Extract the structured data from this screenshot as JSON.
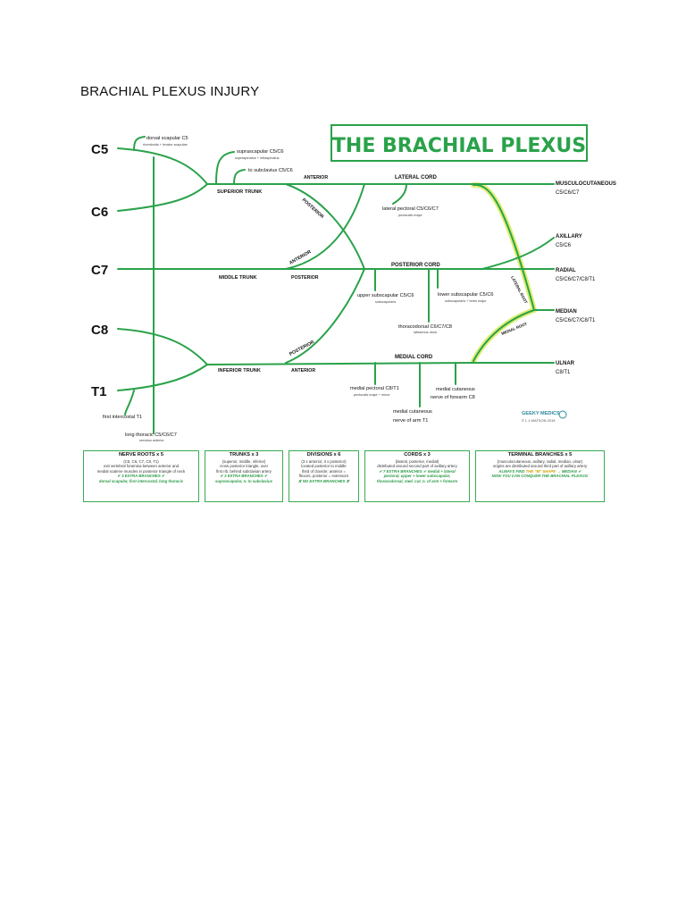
{
  "document": {
    "title": "BRACHIAL PLEXUS INJURY"
  },
  "diagram": {
    "title": "THE BRACHIAL PLEXUS",
    "colors": {
      "nerve": "#2aa24a",
      "highlight": "#c9e23a",
      "ink": "#111111"
    },
    "roots": {
      "c5": "C5",
      "c6": "C6",
      "c7": "C7",
      "c8": "C8",
      "t1": "T1"
    },
    "root_branches": {
      "dorsal_scapular": "dorsal scapular C5",
      "dorsal_scapular_sub": "rhomboids + levator scapulae",
      "first_intercostal": "first intercostal T1",
      "long_thoracic": "long thoracic C5/C6/C7",
      "long_thoracic_sub": "serratus anterior"
    },
    "trunk_branches": {
      "suprascapular": "suprascapular C5/C6",
      "suprascapular_sub": "supraspinatus + infraspinatus",
      "subclavius": "to subclavius C5/C6"
    },
    "trunks": {
      "superior": "SUPERIOR TRUNK",
      "middle": "MIDDLE TRUNK",
      "inferior": "INFERIOR TRUNK"
    },
    "divisions": {
      "anterior_1": "ANTERIOR",
      "posterior_1": "POSTERIOR",
      "anterior_2": "ANTERIOR",
      "posterior_2": "POSTERIOR",
      "posterior_3": "POSTERIOR",
      "anterior_3": "ANTERIOR"
    },
    "cords": {
      "lateral": "LATERAL CORD",
      "posterior": "POSTERIOR CORD",
      "medial": "MEDIAL CORD"
    },
    "cord_branches": {
      "lateral_pectoral": "lateral pectoral C5/C6/C7",
      "lateral_pectoral_sub": "pectoralis major",
      "upper_subscapular": "upper subscapular C5/C6",
      "upper_subscapular_sub": "subscapularis",
      "lower_subscapular": "lower subscapular C5/C6",
      "lower_subscapular_sub": "subscapularis + teres major",
      "thoracodorsal": "thoracodorsal C6/C7/C8",
      "thoracodorsal_sub": "latissimus dorsi",
      "medial_pectoral": "medial pectoral C8/T1",
      "medial_pectoral_sub": "pectoralis major + minor",
      "medial_cut_arm_1": "medial cutaneous",
      "medial_cut_arm_2": "nerve of arm T1",
      "medial_cut_forearm_1": "medial cutaneous",
      "medial_cut_forearm_2": "nerve of forearm C8"
    },
    "terminal": {
      "musculo": "MUSCULOCUTANEOUS",
      "musculo_roots": "C5/C6/C7",
      "axillary": "AXILLARY",
      "axillary_roots": "C5/C6",
      "radial": "RADIAL",
      "radial_roots": "C5/C6/C7/C8/T1",
      "median": "MEDIAN",
      "median_roots": "C5/C6/C7/C8/T1",
      "ulnar": "ULNAR",
      "ulnar_roots": "C8/T1"
    },
    "roots_labels": {
      "lateral_root": "LATERAL ROOT",
      "medial_root": "MEDIAL ROOT"
    },
    "brand": {
      "name": "GEEKY MEDICS",
      "credit": "© L J WATSON 2015"
    }
  },
  "summary_boxes": {
    "nerve_roots": {
      "heading": "NERVE ROOTS x 5",
      "line1": "(C5, C6, C7, C8, T1)",
      "line2": "exit vertebral foramina between anterior and",
      "line3": "medial scalene muscles in posterior triangle of neck",
      "branches": "✔ 3 EXTRA BRANCHES ✔",
      "names": "dorsal scapular, first intercostal, long thoracic"
    },
    "trunks": {
      "heading": "TRUNKS x 3",
      "line1": "(superior, middle, inferior)",
      "line2": "cross posterior triangle, over",
      "line3": "first rib, behind subclavian artery",
      "branches": "✔ 2 EXTRA BRANCHES ✔",
      "names": "suprascapular, n. to subclavius"
    },
    "divisions": {
      "heading": "DIVISIONS x 6",
      "line1": "(3 x anterior, 3 x posterior)",
      "line2": "located posterior to middle",
      "line3": "third of clavicle; anterior =",
      "line4": "flexors, posterior = extensors",
      "branches": "✘ NO EXTRA BRANCHES ✘"
    },
    "cords": {
      "heading": "CORDS x 3",
      "line1": "(lateral, posterior, medial)",
      "line2": "distributed around second part of axillary artery",
      "branches": "✔ 7 EXTRA BRANCHES ✔ medial + lateral",
      "names1": "pectoral, upper + lower subscapular,",
      "names2": "thoracodorsal, med. cut. n. of arm + forearm"
    },
    "terminal": {
      "heading": "TERMINAL BRANCHES x 5",
      "line1": "(musculocutaneous, axillary, radial, median, ulnar)",
      "line2": "origins are distributed around third part of axillary artery",
      "tip_a": "ALWAYS FIND",
      "tip_b": "THE \"M\" SHAPE",
      "tip_c": "→ MEDIAN ✔",
      "tip_d": "NOW YOU CAN CONQUER THE BRACHIAL PLEXUS!"
    }
  }
}
